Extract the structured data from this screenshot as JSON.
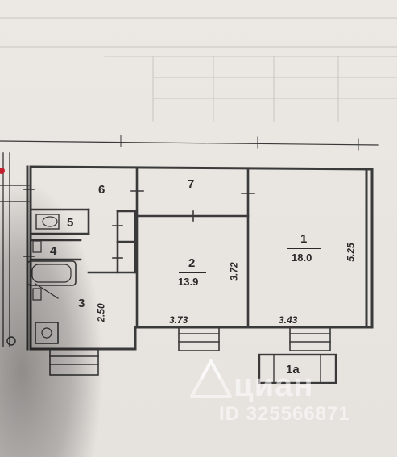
{
  "rooms": [
    {
      "number": "1",
      "area": "18.0"
    },
    {
      "number": "2",
      "area": "13.9"
    },
    {
      "number": "3"
    },
    {
      "number": "4"
    },
    {
      "number": "5"
    },
    {
      "number": "6"
    },
    {
      "number": "7"
    },
    {
      "number": "1a"
    }
  ],
  "dimensions": {
    "room2_width": "3.73",
    "room2_height": "3.72",
    "room1_width": "3.43",
    "room1_height": "5.25",
    "room3_height": "2.50"
  },
  "watermark": {
    "brand": "циан",
    "listing_id": "ID 325566871"
  }
}
